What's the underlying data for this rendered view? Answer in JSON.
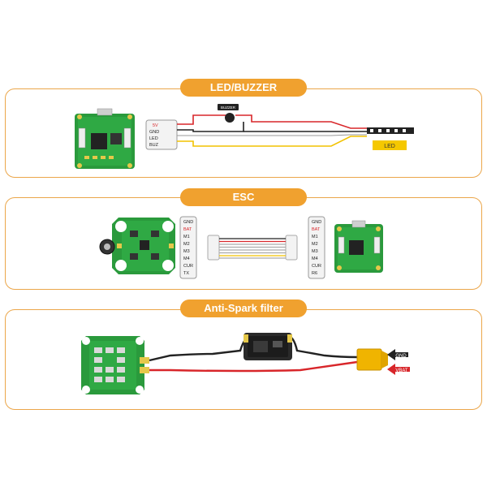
{
  "sections": {
    "led_buzzer": {
      "title": "LED/BUZZER",
      "pins": [
        "5V",
        "GND",
        "LED",
        "BUZ"
      ],
      "buzzer_label": "BUZZER",
      "led_label": "LED"
    },
    "esc": {
      "title": "ESC",
      "left_pins": [
        "GND",
        "BAT",
        "M1",
        "M2",
        "M3",
        "M4",
        "CUR",
        "TX"
      ],
      "right_pins": [
        "GND",
        "BAT",
        "M1",
        "M2",
        "M3",
        "M4",
        "CUR",
        "R6"
      ]
    },
    "anti_spark": {
      "title": "Anti-Spark filter",
      "gnd_label": "GND",
      "vbat_label": "VBAT"
    }
  },
  "colors": {
    "accent": "#f0a12f",
    "border": "#eba64a",
    "pcb": "#2a9a3c",
    "wire_red": "#d8262a",
    "wire_black": "#222222",
    "wire_yellow": "#f2c200",
    "led_box": "#f5c800"
  }
}
